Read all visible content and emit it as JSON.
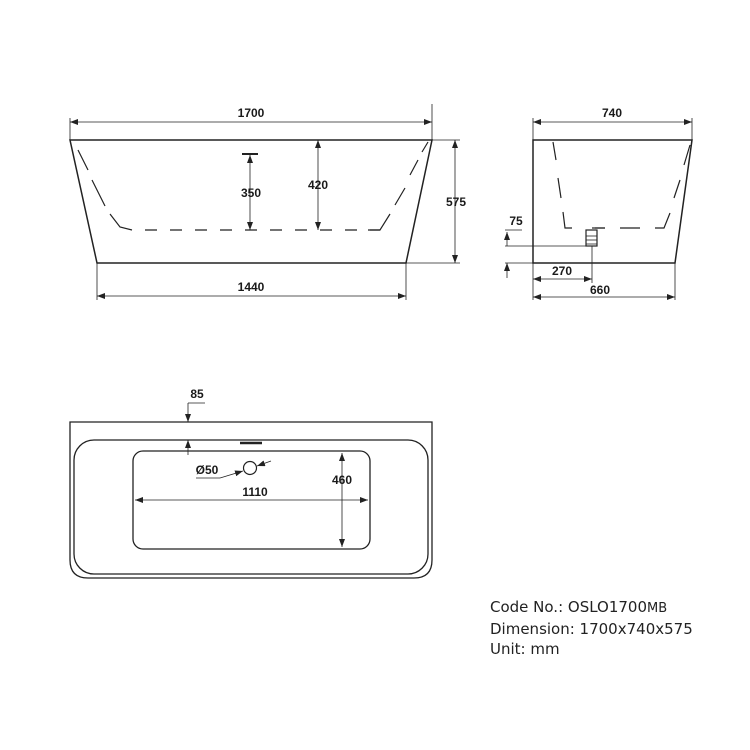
{
  "front_view": {
    "top_width": "1700",
    "bottom_width": "1440",
    "height": "575",
    "inner_depth": "420",
    "overflow_height": "350"
  },
  "side_view": {
    "top_width": "740",
    "bottom_width": "660",
    "drain_offset": "270",
    "drain_height": "75"
  },
  "top_view": {
    "overflow_offset": "85",
    "drain_diameter": "Ø50",
    "inner_length": "1110",
    "inner_width": "460"
  },
  "info": {
    "code_label": "Code No.: OSLO1700",
    "code_suffix": "MB",
    "dimension_label": "Dimension: 1700x740x575",
    "unit_label": "Unit: mm"
  }
}
